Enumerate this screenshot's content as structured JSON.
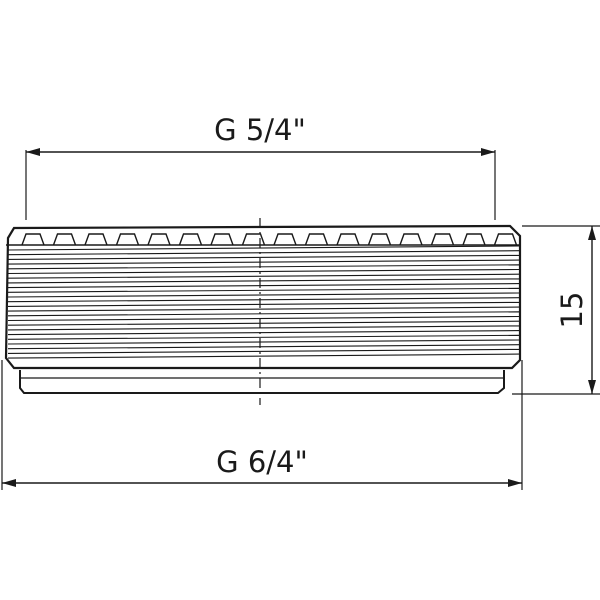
{
  "dimensions": {
    "top_thread": "G 5/4\"",
    "bottom_thread": "G 6/4\"",
    "height": "15"
  }
}
